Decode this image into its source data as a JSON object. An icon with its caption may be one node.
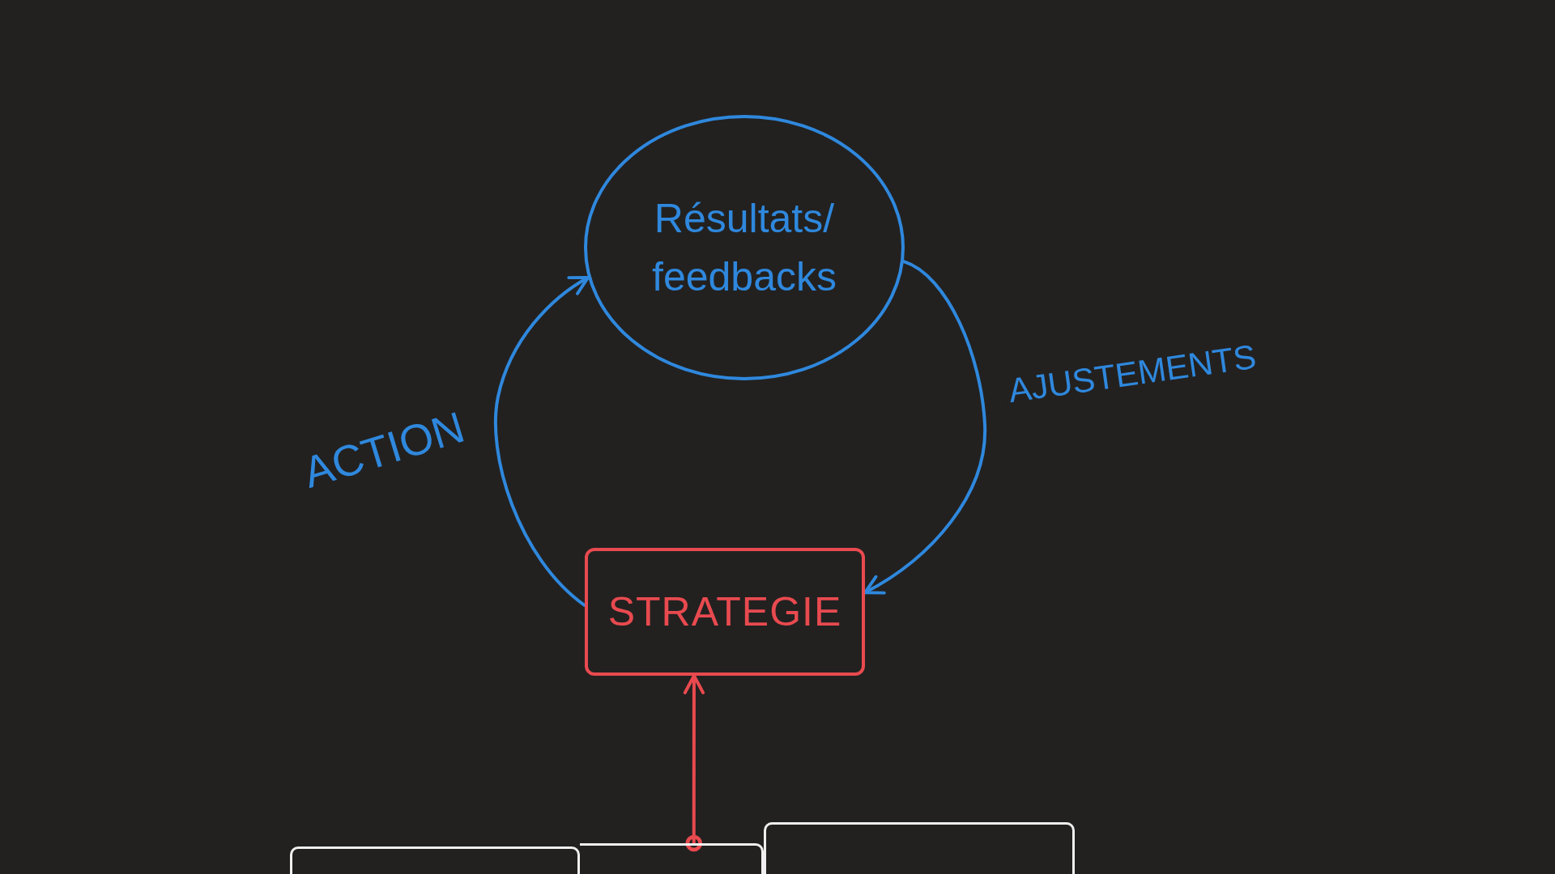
{
  "diagram": {
    "nodes": [
      {
        "text": [
          "Résultats/ feedbacks"
        ]
      },
      {
        "text": [
          "STRATEGIE"
        ]
      },
      {
        "text": [],
        "shape": "box"
      },
      {
        "text": [],
        "shape": "box"
      },
      {
        "text": [],
        "shape": "box"
      }
    ],
    "edges": [
      {
        "from": 1,
        "to": 0,
        "arrow": "to",
        "label": "ACTION"
      },
      {
        "from": 0,
        "to": 1,
        "arrow": "to",
        "label": "AJUSTEMENTS"
      },
      {
        "from": 3,
        "to": 1,
        "arrow": "to",
        "color": "#e84a4f"
      }
    ]
  }
}
